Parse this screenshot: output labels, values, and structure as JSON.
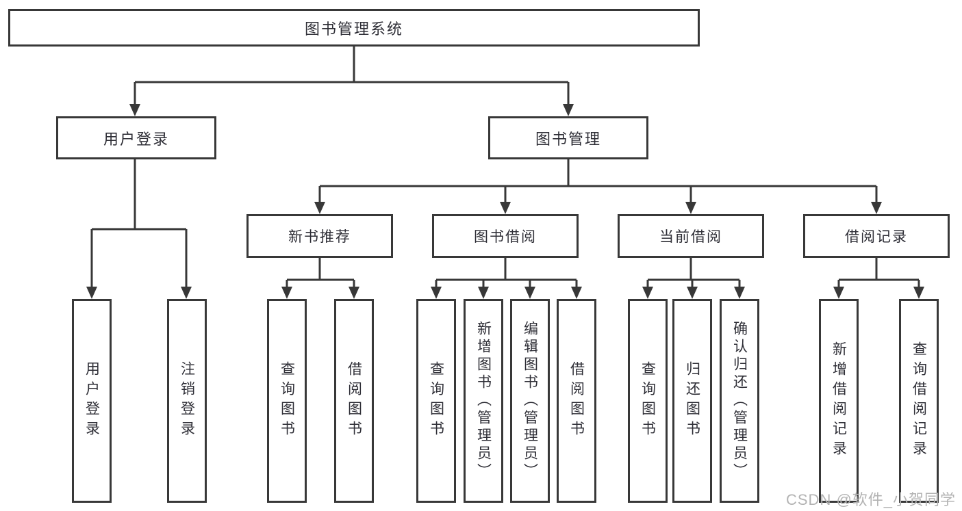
{
  "diagram": {
    "type": "tree",
    "root": {
      "id": "library-system",
      "label": "图书管理系统"
    },
    "level2": [
      {
        "id": "user-login-module",
        "parent": "library-system",
        "label": "用户登录"
      },
      {
        "id": "book-management",
        "parent": "library-system",
        "label": "图书管理"
      }
    ],
    "level3": [
      {
        "id": "new-book-recommend",
        "parent": "book-management",
        "label": "新书推荐"
      },
      {
        "id": "book-borrow",
        "parent": "book-management",
        "label": "图书借阅"
      },
      {
        "id": "current-borrow",
        "parent": "book-management",
        "label": "当前借阅"
      },
      {
        "id": "borrow-records",
        "parent": "book-management",
        "label": "借阅记录"
      }
    ],
    "leaves": [
      {
        "parent": "user-login-module",
        "label": "用户登录"
      },
      {
        "parent": "user-login-module",
        "label": "注销登录"
      },
      {
        "parent": "new-book-recommend",
        "label": "查询图书"
      },
      {
        "parent": "new-book-recommend",
        "label": "借阅图书"
      },
      {
        "parent": "book-borrow",
        "label": "查询图书"
      },
      {
        "parent": "book-borrow",
        "label": "新增图书（管理员）"
      },
      {
        "parent": "book-borrow",
        "label": "编辑图书（管理员）"
      },
      {
        "parent": "book-borrow",
        "label": "借阅图书"
      },
      {
        "parent": "current-borrow",
        "label": "查询图书"
      },
      {
        "parent": "current-borrow",
        "label": "归还图书"
      },
      {
        "parent": "current-borrow",
        "label": "确认归还（管理员）"
      },
      {
        "parent": "borrow-records",
        "label": "新增借阅记录"
      },
      {
        "parent": "borrow-records",
        "label": "查询借阅记录"
      }
    ]
  },
  "colors": {
    "line": "#383838",
    "box_border": "#383838",
    "box_background": "#ffffff",
    "text": "#2e2e36",
    "page_background": "#ffffff",
    "watermark": "#b3b3b3"
  },
  "watermark": {
    "text": "CSDN @软件_小贺同学"
  }
}
